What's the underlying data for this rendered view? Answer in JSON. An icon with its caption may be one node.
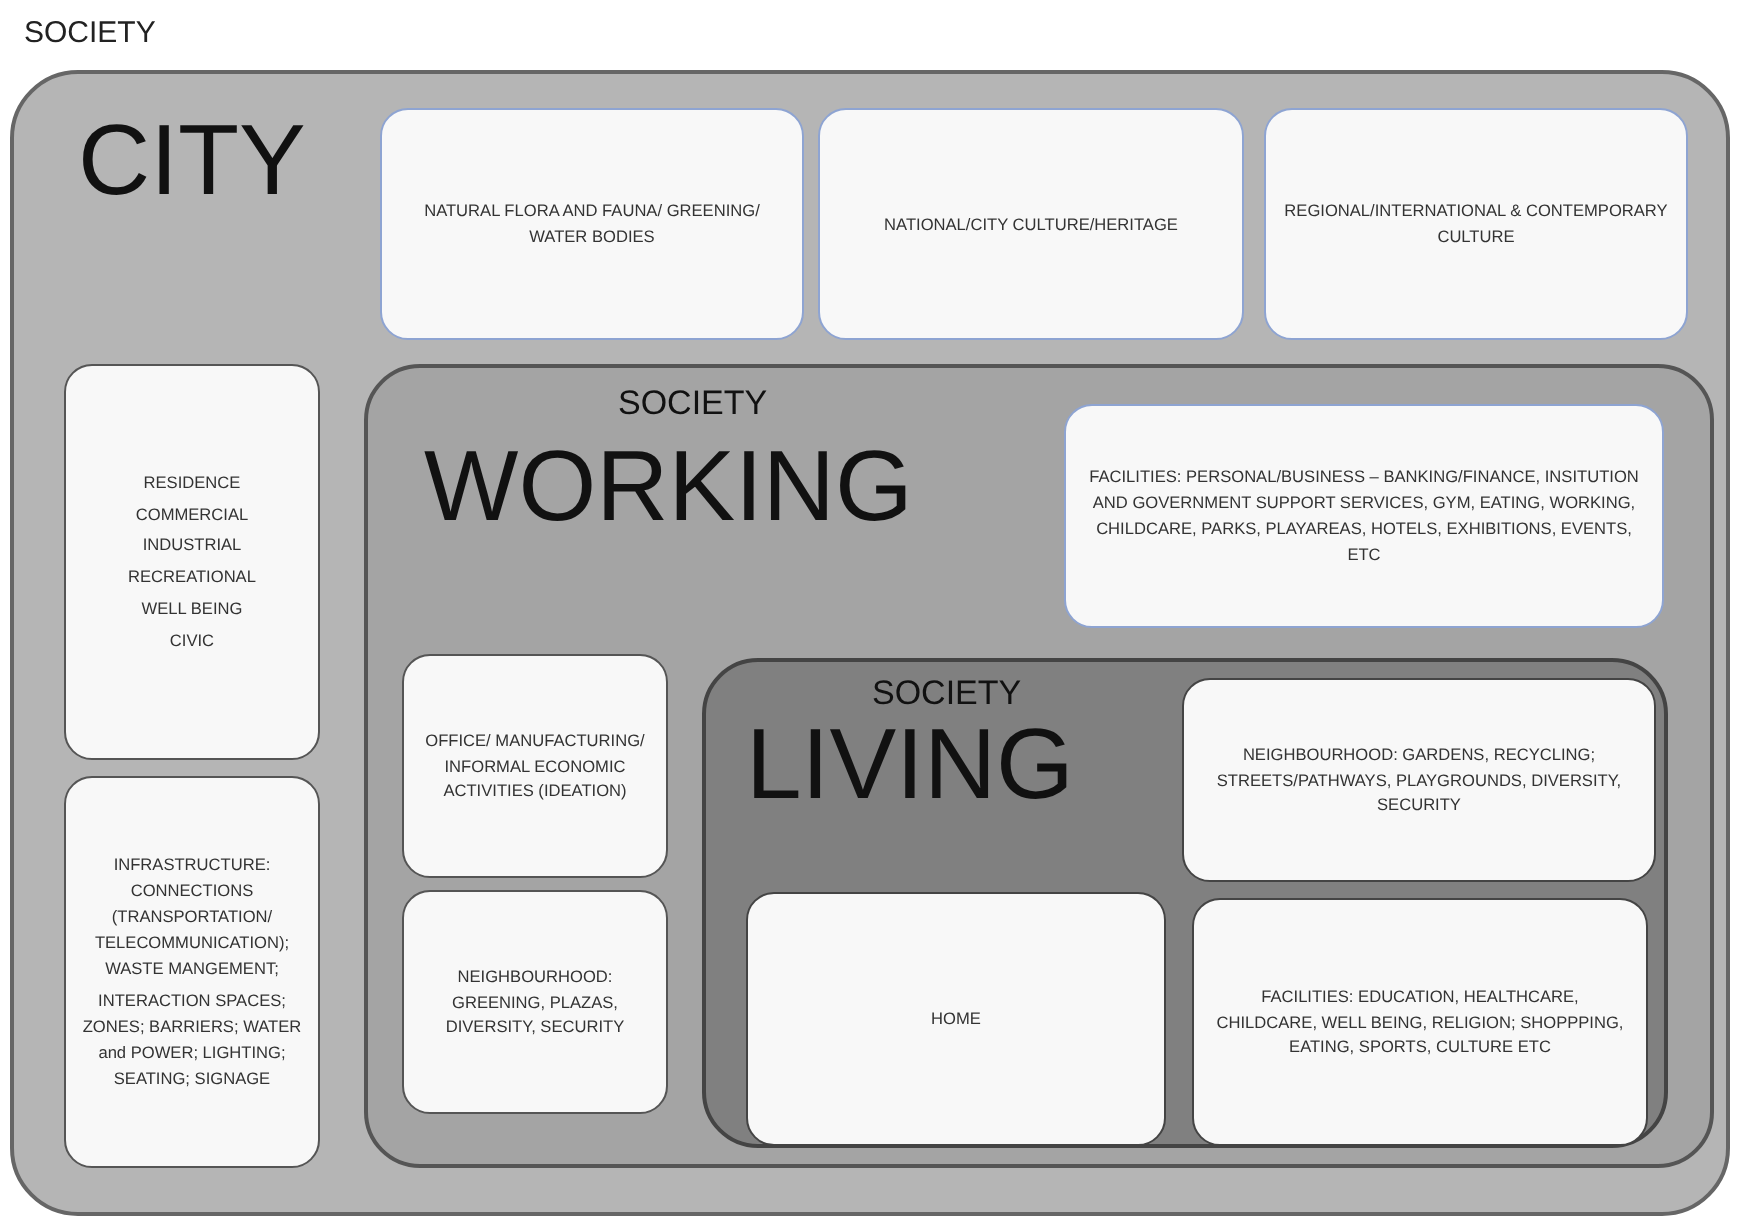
{
  "diagram": {
    "nodes": [
      {
        "text": [
          "SOCIETY",
          "CITY"
        ]
      },
      {
        "text": [
          "NATURAL FLORA AND FAUNA/ GREENING/ WATER BODIES"
        ],
        "in": 0
      },
      {
        "text": [
          "NATIONAL/CITY CULTURE/HERITAGE"
        ],
        "in": 0
      },
      {
        "text": [
          "REGIONAL/INTERNATIONAL & CONTEMPORARY CULTURE"
        ],
        "in": 0
      },
      {
        "text": [
          "RESIDENCE",
          "COMMERCIAL",
          "INDUSTRIAL",
          "RECREATIONAL",
          "WELL BEING",
          "CIVIC"
        ],
        "in": 0
      },
      {
        "text": [
          "INFRASTRUCTURE: CONNECTIONS (TRANSPORTATION/ TELECOMMUNICATION); WASTE MANGEMENT;",
          "INTERACTION SPACES; ZONES; BARRIERS; WATER and POWER; LIGHTING; SEATING; SIGNAGE"
        ],
        "in": 0
      },
      {
        "text": [
          "SOCIETY",
          "WORKING"
        ],
        "in": 0
      },
      {
        "text": [
          "FACILITIES: PERSONAL/BUSINESS – BANKING/FINANCE, INSITUTION AND GOVERNMENT SUPPORT SERVICES, GYM, EATING, WORKING, CHILDCARE, PARKS, PLAYAREAS,  HOTELS, EXHIBITIONS, EVENTS, ETC"
        ],
        "in": 6
      },
      {
        "text": [
          "OFFICE/ MANUFACTURING/ INFORMAL ECONOMIC ACTIVITIES (IDEATION)"
        ],
        "in": 6
      },
      {
        "text": [
          "NEIGHBOURHOOD: GREENING, PLAZAS, DIVERSITY, SECURITY"
        ],
        "in": 6
      },
      {
        "text": [
          "SOCIETY",
          "LIVING"
        ],
        "in": 6
      },
      {
        "text": [
          "NEIGHBOURHOOD: GARDENS, RECYCLING; STREETS/PATHWAYS, PLAYGROUNDS, DIVERSITY, SECURITY"
        ],
        "in": 10
      },
      {
        "text": [
          "HOME"
        ],
        "in": 10
      },
      {
        "text": [
          "FACILITIES: EDUCATION, HEALTHCARE, CHILDCARE, WELL BEING, RELIGION; SHOPPPING, EATING, SPORTS, CULTURE ETC"
        ],
        "in": 10
      }
    ]
  }
}
